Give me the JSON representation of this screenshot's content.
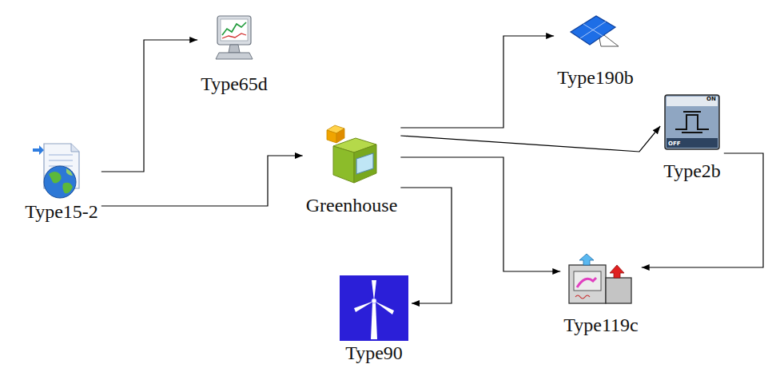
{
  "diagram": {
    "nodes": [
      {
        "text": [
          "Type15-2"
        ]
      },
      {
        "text": [
          "Type65d"
        ]
      },
      {
        "text": [
          "Greenhouse"
        ]
      },
      {
        "text": [
          "Type190b"
        ]
      },
      {
        "text": [
          "Type2b"
        ]
      },
      {
        "text": [
          "Type90"
        ]
      },
      {
        "text": [
          "Type119c"
        ]
      }
    ],
    "edges": [
      {
        "from": 0,
        "to": 1,
        "arrow": "to"
      },
      {
        "from": 0,
        "to": 2,
        "arrow": "to"
      },
      {
        "from": 2,
        "to": 3,
        "arrow": "to"
      },
      {
        "from": 2,
        "to": 4,
        "arrow": "to"
      },
      {
        "from": 2,
        "to": 5,
        "arrow": "to"
      },
      {
        "from": 2,
        "to": 6,
        "arrow": "to"
      },
      {
        "from": 4,
        "to": 6,
        "arrow": "to"
      }
    ],
    "labels": [
      "ON",
      "OFF"
    ]
  }
}
